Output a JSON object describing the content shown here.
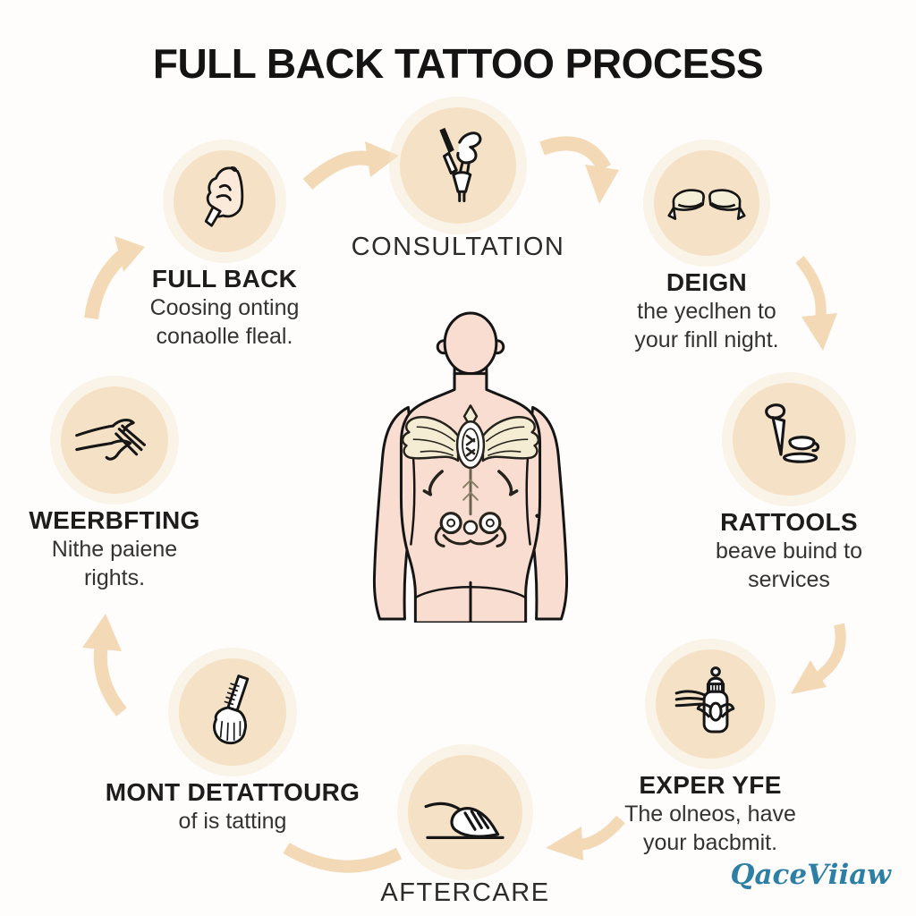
{
  "title": "FULL BACK TATTOO PROCESS",
  "logo": {
    "text": "QaceViiaw",
    "color": "#2d7fa5"
  },
  "colors": {
    "background": "#fefdfc",
    "circle_fill": "#f5e2c6",
    "arrow": "#f3d9b6",
    "heading_text": "#1d1d1d",
    "body_text": "#333333",
    "skin": "#f8ddd0",
    "tattoo_cream": "#f4edd3"
  },
  "steps": {
    "consultation": {
      "label": "CONSULTATION",
      "icon": "tattoo-pen-and-hand-icon"
    },
    "full_back": {
      "heading": "FULL BACK",
      "line1": "Coosing onting",
      "line2": "conaolle fleal.",
      "icon": "hand-holding-pen-icon"
    },
    "deign": {
      "heading": "DEIGN",
      "line1": "the yeclhen to",
      "line2": "your finll night.",
      "icon": "design-sketch-halves-icon"
    },
    "rattools": {
      "heading": "RATTOOLS",
      "line1": "beave buind to",
      "line2": "services",
      "icon": "hand-needle-coffee-cup-icon"
    },
    "weerbfting": {
      "heading": "WEERBFTING",
      "line1": "Nithe paiene",
      "line2": "rights.",
      "icon": "working-hands-icon"
    },
    "mont_detattourg": {
      "heading": "MONT DETATTOURG",
      "line1": "of is tatting",
      "icon": "broom-brush-icon"
    },
    "aftercare": {
      "label": "AFTERCARE",
      "icon": "hand-smoothing-skin-icon"
    },
    "exper_yfe": {
      "heading": "EXPER YFE",
      "line1": "The olneos, have",
      "line2": "your bacbmit.",
      "icon": "ink-bottle-with-hand-icon"
    }
  },
  "center_figure": {
    "description": "Back view of a person with a large winged ornamental tattoo across the back"
  }
}
